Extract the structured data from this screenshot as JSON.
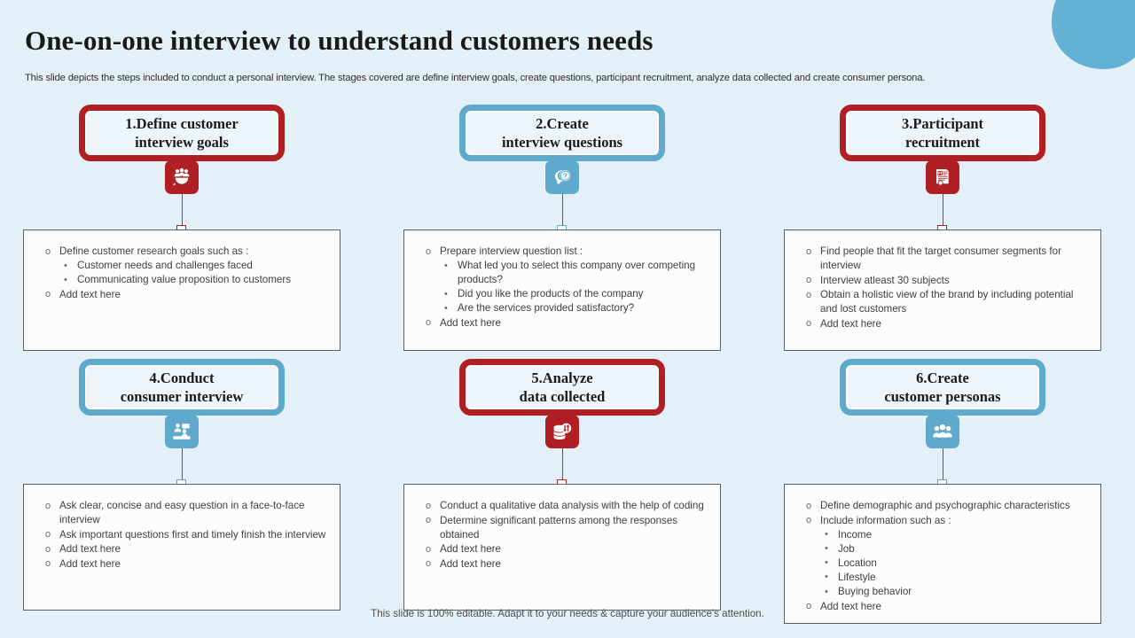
{
  "slide": {
    "title": "One-on-one interview to understand customers needs",
    "subtitle": "This slide depicts the steps included to conduct a personal interview. The stages covered are define interview goals, create questions, participant recruitment, analyze data collected and create consumer persona.",
    "footer": "This slide is 100% editable. Adapt it to your needs & capture your audience's attention.",
    "background_color": "#e4f0f7",
    "accent_red": "#b01f24",
    "accent_blue": "#5fa9cd",
    "card_background": "#fcfcfc",
    "card_border_color": "#56616b"
  },
  "steps": [
    {
      "number": "1.",
      "title_line1": "1.Define customer",
      "title_line2": "interview goals",
      "theme": "red",
      "icon": "target-audience-icon",
      "bullets": [
        {
          "text": "Define customer research goals such as :",
          "sub": [
            "Customer needs and challenges faced",
            "Communicating value proposition to customers"
          ]
        },
        {
          "text": "Add text here",
          "sub": []
        }
      ]
    },
    {
      "number": "2.",
      "title_line1": "2.Create",
      "title_line2": "interview questions",
      "theme": "blue",
      "icon": "head-question-mark-icon",
      "bullets": [
        {
          "text": "Prepare interview question list :",
          "sub": [
            "What led you to select this company over competing products?",
            "Did you like the products of the company",
            "Are the services provided satisfactory?"
          ]
        },
        {
          "text": "Add text here",
          "sub": []
        }
      ]
    },
    {
      "number": "3.",
      "title_line1": "3.Participant",
      "title_line2": "recruitment",
      "theme": "red",
      "icon": "resume-document-icon",
      "bullets": [
        {
          "text": "Find people that fit the target consumer segments for interview",
          "sub": []
        },
        {
          "text": "Interview atleast 30 subjects",
          "sub": []
        },
        {
          "text": "Obtain a holistic view of the brand by including potential and lost customers",
          "sub": []
        },
        {
          "text": "Add text here",
          "sub": []
        }
      ]
    },
    {
      "number": "4.",
      "title_line1": "4.Conduct",
      "title_line2": "consumer interview",
      "theme": "blue",
      "icon": "interview-conversation-icon",
      "bullets": [
        {
          "text": "Ask clear, concise and easy question in a face-to-face interview",
          "sub": []
        },
        {
          "text": "Ask important questions first and timely finish the interview",
          "sub": []
        },
        {
          "text": "Add text here",
          "sub": []
        },
        {
          "text": "Add text here",
          "sub": []
        }
      ]
    },
    {
      "number": "5.",
      "title_line1": "5.Analyze",
      "title_line2": "data collected",
      "theme": "red",
      "icon": "database-transfer-icon",
      "bullets": [
        {
          "text": "Conduct a qualitative data analysis with the help of coding",
          "sub": []
        },
        {
          "text": "Determine significant patterns among the responses obtained",
          "sub": []
        },
        {
          "text": "Add text here",
          "sub": []
        },
        {
          "text": "Add text here",
          "sub": []
        }
      ]
    },
    {
      "number": "6.",
      "title_line1": "6.Create",
      "title_line2": "customer personas",
      "theme": "blue",
      "icon": "people-group-icon",
      "bullets": [
        {
          "text": "Define demographic and psychographic characteristics",
          "sub": []
        },
        {
          "text": "Include information such as :",
          "sub": [
            "Income",
            "Job",
            "Location",
            "Lifestyle",
            "Buying behavior"
          ]
        },
        {
          "text": "Add text here",
          "sub": []
        }
      ]
    }
  ]
}
